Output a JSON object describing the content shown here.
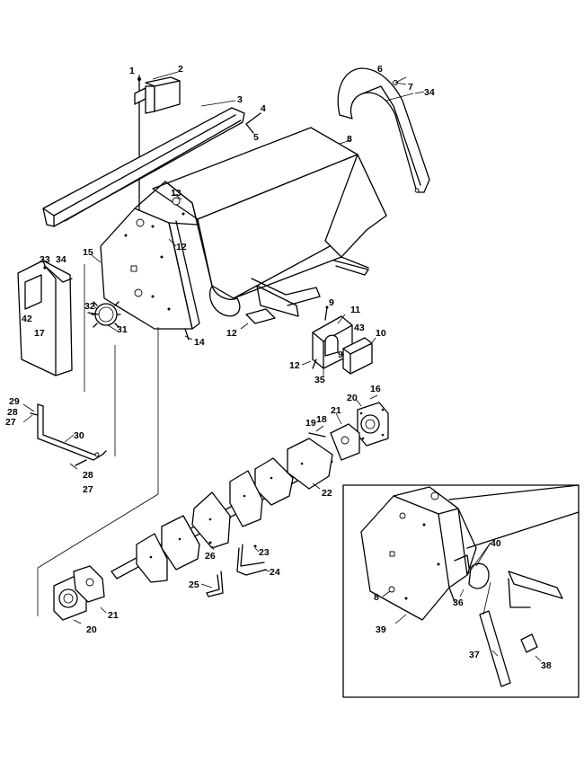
{
  "callouts": [
    {
      "id": "c1",
      "text": "1"
    },
    {
      "id": "c2",
      "text": "2"
    },
    {
      "id": "c3",
      "text": "3"
    },
    {
      "id": "c4",
      "text": "4"
    },
    {
      "id": "c5",
      "text": "5"
    },
    {
      "id": "c6",
      "text": "6"
    },
    {
      "id": "c7",
      "text": "7"
    },
    {
      "id": "c34a",
      "text": "34"
    },
    {
      "id": "c8",
      "text": "8"
    },
    {
      "id": "c13",
      "text": "13"
    },
    {
      "id": "c12a",
      "text": "12"
    },
    {
      "id": "c15",
      "text": "15"
    },
    {
      "id": "c33",
      "text": "33"
    },
    {
      "id": "c34b",
      "text": "34"
    },
    {
      "id": "c42",
      "text": "42"
    },
    {
      "id": "c17",
      "text": "17"
    },
    {
      "id": "c32",
      "text": "32"
    },
    {
      "id": "c31",
      "text": "31"
    },
    {
      "id": "c14",
      "text": "14"
    },
    {
      "id": "c12b",
      "text": "12"
    },
    {
      "id": "c9a",
      "text": "9"
    },
    {
      "id": "c11",
      "text": "11"
    },
    {
      "id": "c43",
      "text": "43"
    },
    {
      "id": "c10",
      "text": "10"
    },
    {
      "id": "c12c",
      "text": "12"
    },
    {
      "id": "c9b",
      "text": "9"
    },
    {
      "id": "c35",
      "text": "35"
    },
    {
      "id": "c29",
      "text": "29"
    },
    {
      "id": "c28a",
      "text": "28"
    },
    {
      "id": "c27a",
      "text": "27"
    },
    {
      "id": "c30",
      "text": "30"
    },
    {
      "id": "c28b",
      "text": "28"
    },
    {
      "id": "c27b",
      "text": "27"
    },
    {
      "id": "c16",
      "text": "16"
    },
    {
      "id": "c20a",
      "text": "20"
    },
    {
      "id": "c21a",
      "text": "21"
    },
    {
      "id": "c18",
      "text": "18"
    },
    {
      "id": "c19",
      "text": "19"
    },
    {
      "id": "c22",
      "text": "22"
    },
    {
      "id": "c23",
      "text": "23"
    },
    {
      "id": "c26",
      "text": "26"
    },
    {
      "id": "c24",
      "text": "24"
    },
    {
      "id": "c25",
      "text": "25"
    },
    {
      "id": "c21b",
      "text": "21"
    },
    {
      "id": "c20b",
      "text": "20"
    },
    {
      "id": "c40",
      "text": "40"
    },
    {
      "id": "c8b",
      "text": "8"
    },
    {
      "id": "c36",
      "text": "36"
    },
    {
      "id": "c39",
      "text": "39"
    },
    {
      "id": "c37",
      "text": "37"
    },
    {
      "id": "c38",
      "text": "38"
    }
  ]
}
